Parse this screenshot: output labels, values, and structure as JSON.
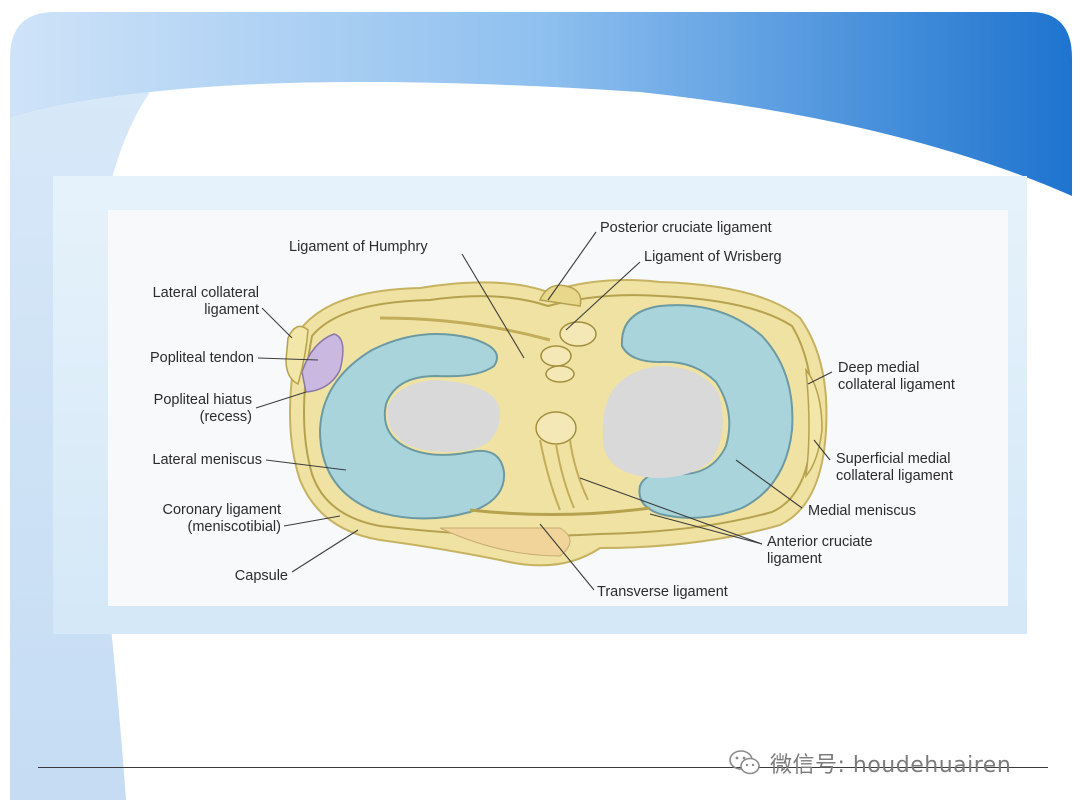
{
  "figure": {
    "labels": {
      "posterior_cruciate": "Posterior  cruciate ligament",
      "humphry": "Ligament of Humphry",
      "wrisberg": "Ligament of Wrisberg",
      "lateral_collateral_1": "Lateral collateral",
      "lateral_collateral_2": "ligament",
      "popliteal_tendon": "Popliteal tendon",
      "popliteal_hiatus_1": "Popliteal hiatus",
      "popliteal_hiatus_2": "(recess)",
      "lateral_meniscus": "Lateral meniscus",
      "coronary_1": "Coronary ligament",
      "coronary_2": "(meniscotibial)",
      "capsule": "Capsule",
      "deep_medial_1": "Deep medial",
      "deep_medial_2": "collateral ligament",
      "superficial_medial_1": "Superficial medial",
      "superficial_medial_2": "collateral ligament",
      "medial_meniscus": "Medial meniscus",
      "anterior_cruciate_1": "Anterior cruciate",
      "anterior_cruciate_2": "ligament",
      "transverse": "Transverse ligament"
    }
  },
  "footer": {
    "watermark": "微信号: houdehuairen",
    "watermark_icon": "wechat-icon"
  },
  "colors": {
    "header_blue": "#1e7ad2",
    "meniscus": "#a9d4dc",
    "cartilage": "#d9d9d9",
    "ligament": "#efe2a2"
  }
}
